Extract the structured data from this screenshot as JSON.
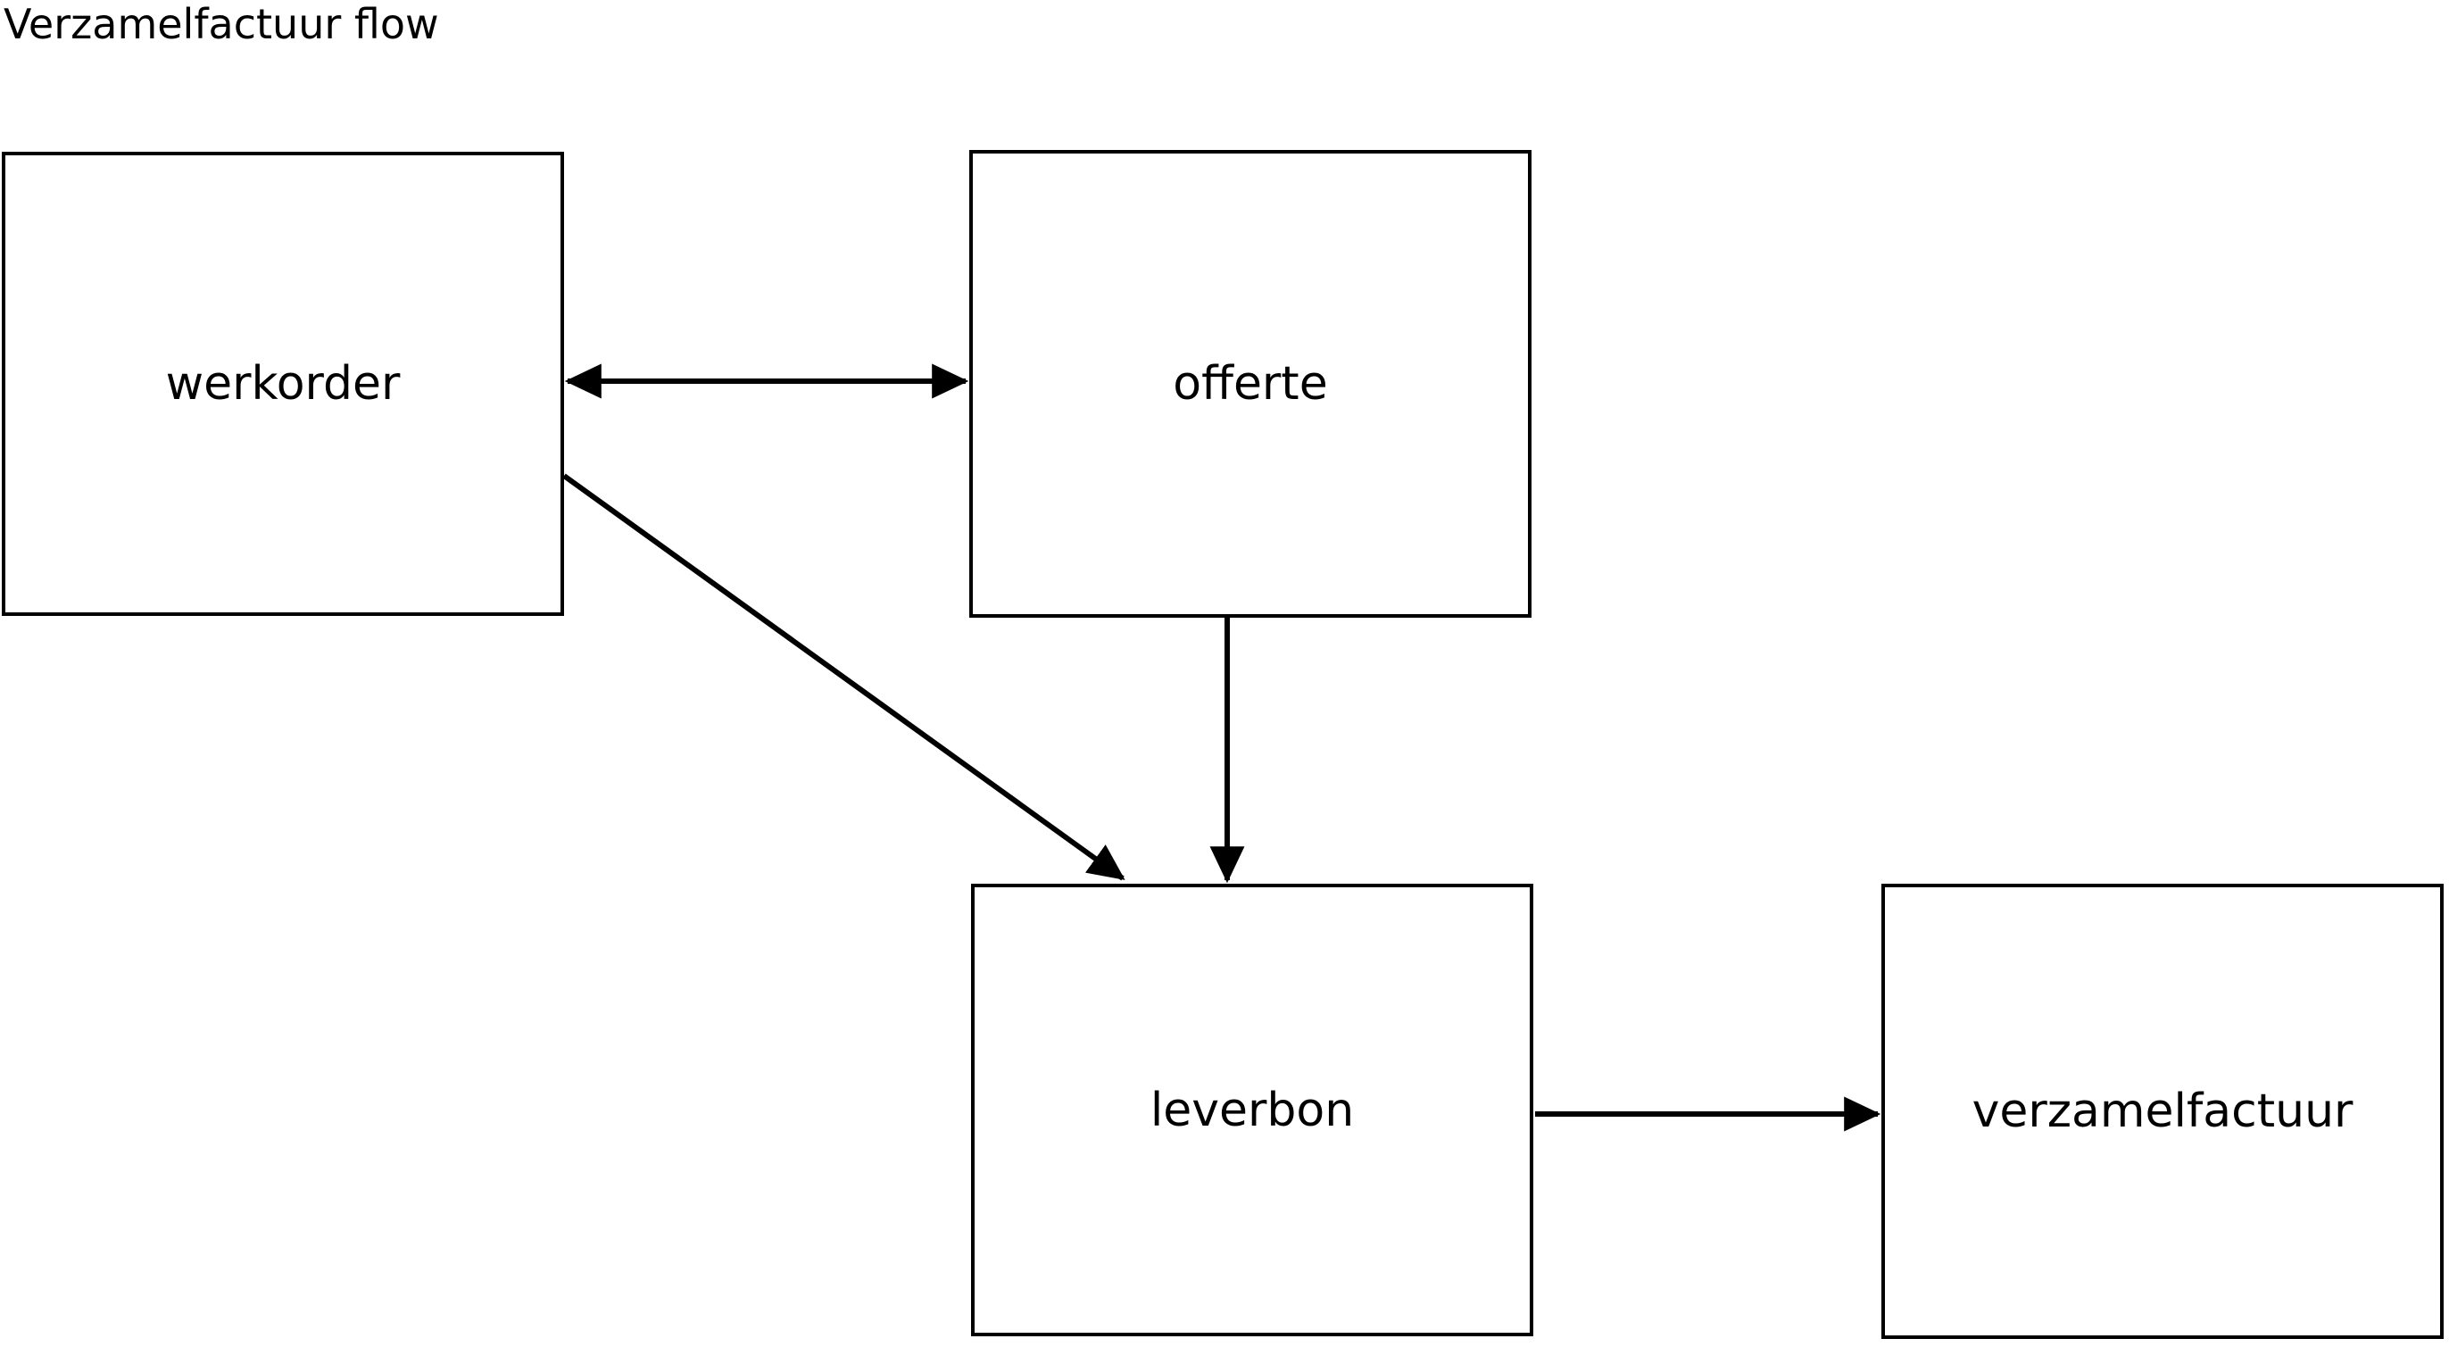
{
  "diagram": {
    "title": "Verzamelfactuur flow",
    "background_color": "#ffffff",
    "stroke_color": "#000000",
    "nodes": [
      {
        "id": "werkorder",
        "label": "werkorder"
      },
      {
        "id": "offerte",
        "label": "offerte"
      },
      {
        "id": "leverbon",
        "label": "leverbon"
      },
      {
        "id": "verzamelfactuur",
        "label": "verzamelfactuur"
      }
    ],
    "edges": [
      {
        "id": "werkorder-offerte",
        "from": "werkorder",
        "to": "offerte",
        "arrow": "both",
        "label": ""
      },
      {
        "id": "werkorder-leverbon",
        "from": "werkorder",
        "to": "leverbon",
        "arrow": "end",
        "label": ""
      },
      {
        "id": "offerte-leverbon",
        "from": "offerte",
        "to": "leverbon",
        "arrow": "end",
        "label": ""
      },
      {
        "id": "leverbon-verzamelfactuur",
        "from": "leverbon",
        "to": "verzamelfactuur",
        "arrow": "end",
        "label": ""
      }
    ]
  }
}
